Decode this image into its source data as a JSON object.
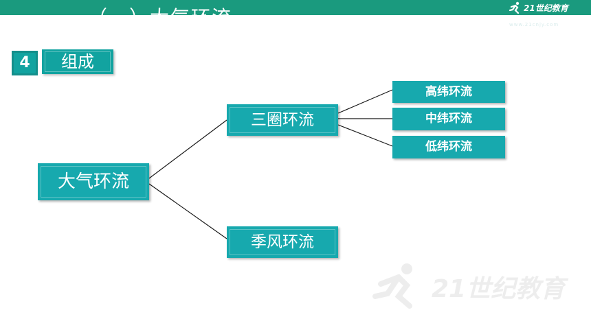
{
  "header": {
    "title": "（一）大气环流",
    "logo_text": "21世纪教育",
    "logo_sub": "www.21cnjy.com"
  },
  "section": {
    "number": "4",
    "label": "组成"
  },
  "diagram": {
    "root": "大气环流",
    "branch_1": "三圈环流",
    "branch_2": "季风环流",
    "leaf_high": "高纬环流",
    "leaf_mid": "中纬环流",
    "leaf_low": "低纬环流"
  },
  "watermark": {
    "text": "21世纪教育"
  },
  "colors": {
    "header_green": "#1a9a7e",
    "node_teal": "#17a9ae",
    "badge_teal": "#12a3a0"
  }
}
